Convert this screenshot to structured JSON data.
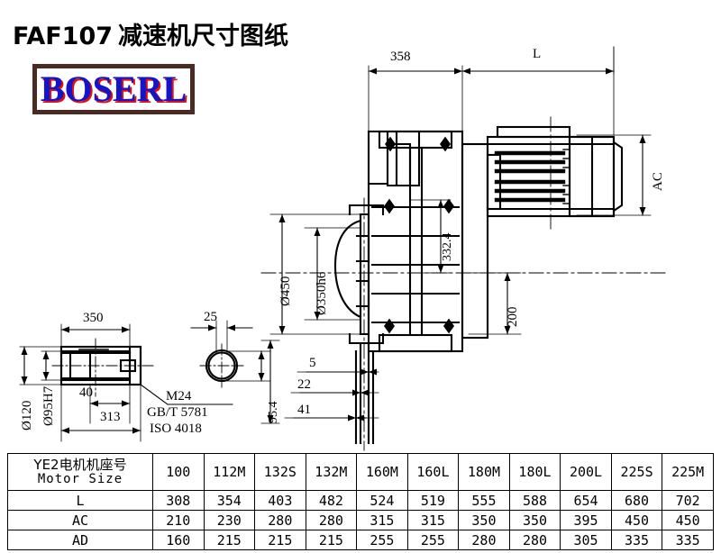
{
  "title": {
    "model": "FAF107",
    "chinese": "减速机尺寸图纸",
    "full": "FAF107 减速机尺寸图纸"
  },
  "logo": {
    "text": "BOSERL",
    "text_color": "#1414c8",
    "shadow_color": "#e01010",
    "border_color": "#4a2a22"
  },
  "drawing": {
    "dimensions": {
      "d358": "358",
      "dL": "L",
      "dAC": "AC",
      "d3324": "332.4",
      "d200": "200",
      "d450": "Ø450",
      "d350h6": "Ø350h6",
      "d5": "5",
      "d22": "22",
      "d41": "41",
      "d954": "95.4"
    },
    "detail_view": {
      "d350": "350",
      "d313": "313",
      "d40": "40",
      "d25": "25",
      "d120": "Ø120",
      "d95h7": "Ø95H7",
      "bolt_spec_1": "M24",
      "bolt_spec_2": "GB/T 5781",
      "bolt_spec_3": "ISO 4018"
    }
  },
  "table": {
    "header_label_cn": "YE2电机机座号",
    "header_label_en": "Motor Size",
    "motor_sizes": [
      "100",
      "112M",
      "132S",
      "132M",
      "160M",
      "160L",
      "180M",
      "180L",
      "200L",
      "225S",
      "225M"
    ],
    "rows": [
      {
        "name": "L",
        "values": [
          "308",
          "354",
          "403",
          "482",
          "524",
          "519",
          "555",
          "588",
          "654",
          "680",
          "702"
        ]
      },
      {
        "name": "AC",
        "values": [
          "210",
          "230",
          "280",
          "280",
          "315",
          "315",
          "350",
          "350",
          "395",
          "450",
          "450"
        ]
      },
      {
        "name": "AD",
        "values": [
          "160",
          "215",
          "215",
          "215",
          "255",
          "255",
          "280",
          "280",
          "305",
          "335",
          "335"
        ]
      }
    ]
  }
}
